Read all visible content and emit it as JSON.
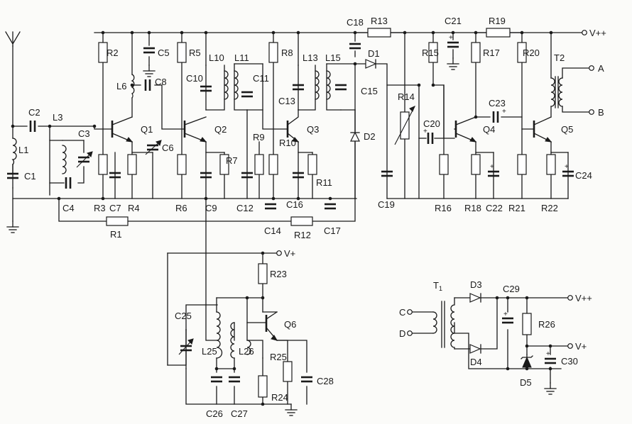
{
  "rails": {
    "vpp": "V++",
    "vp": "V+"
  },
  "outputs": {
    "a": "A",
    "b": "B",
    "c": "C",
    "d": "D"
  },
  "transformers": {
    "t2": "T2",
    "t1": "T",
    "t1_sub": "1"
  },
  "transistors": {
    "q1": "Q1",
    "q2": "Q2",
    "q3": "Q3",
    "q4": "Q4",
    "q5": "Q5",
    "q6": "Q6"
  },
  "diodes": {
    "d1": "D1",
    "d2": "D2",
    "d3": "D3",
    "d4": "D4",
    "d5": "D5"
  },
  "inductors": {
    "l1": "L1",
    "l3": "L3",
    "l6": "L6",
    "l10": "L10",
    "l11": "L11",
    "l13": "L13",
    "l15": "L15",
    "l25": "L25",
    "l26": "L26"
  },
  "resistors": {
    "r1": "R1",
    "r2": "R2",
    "r3": "R3",
    "r4": "R4",
    "r5": "R5",
    "r6": "R6",
    "r7": "R7",
    "r8": "R8",
    "r9": "R9",
    "r10": "R10",
    "r11": "R11",
    "r12": "R12",
    "r13": "R13",
    "r14": "R14",
    "r15": "R15",
    "r16": "R16",
    "r17": "R17",
    "r18": "R18",
    "r19": "R19",
    "r20": "R20",
    "r21": "R21",
    "r22": "R22",
    "r23": "R23",
    "r24": "R24",
    "r25": "R25",
    "r26": "R26"
  },
  "capacitors": {
    "c1": "C1",
    "c2": "C2",
    "c3": "C3",
    "c4": "C4",
    "c5": "C5",
    "c6": "C6",
    "c7": "C7",
    "c8": "C8",
    "c9": "C9",
    "c10": "C10",
    "c11": "C11",
    "c12": "C12",
    "c13": "C13",
    "c14": "C14",
    "c15": "C15",
    "c16": "C16",
    "c17": "C17",
    "c18": "C18",
    "c19": "C19",
    "c20": "C20",
    "c21": "C21",
    "c22": "C22",
    "c23": "C23",
    "c24": "C24",
    "c25": "C25",
    "c26": "C26",
    "c27": "C27",
    "c28": "C28",
    "c29": "C29",
    "c30": "C30"
  },
  "icons": {
    "antenna": "antenna-icon",
    "ground": "ground-icon"
  }
}
